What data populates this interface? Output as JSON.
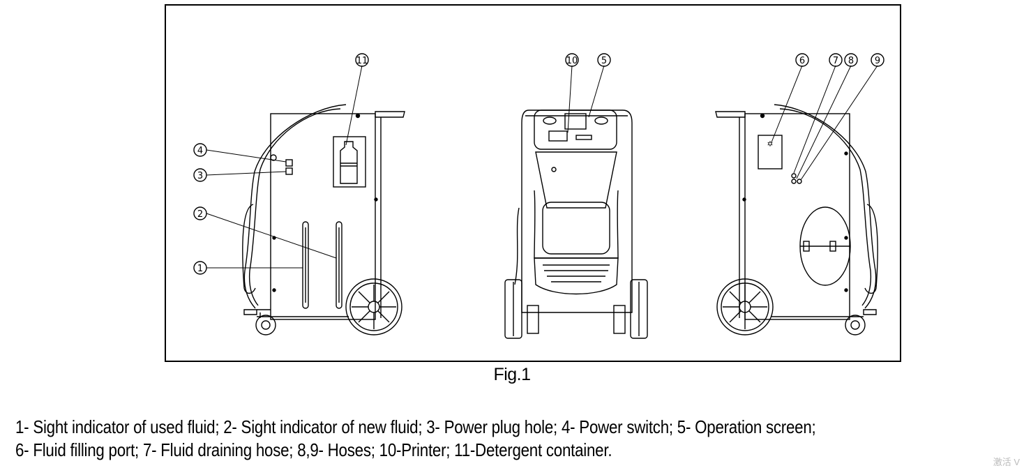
{
  "figure": {
    "caption": "Fig.1",
    "callouts": [
      "1",
      "2",
      "3",
      "4",
      "5",
      "6",
      "7",
      "8",
      "9",
      "10",
      "11"
    ]
  },
  "legend": {
    "line1": "1- Sight indicator of used fluid; 2- Sight indicator of new fluid; 3- Power plug hole; 4- Power switch; 5- Operation screen;",
    "line2": "6- Fluid filling port; 7- Fluid draining hose; 8,9- Hoses; 10-Printer; 11-Detergent container."
  },
  "watermark": "激活 V"
}
